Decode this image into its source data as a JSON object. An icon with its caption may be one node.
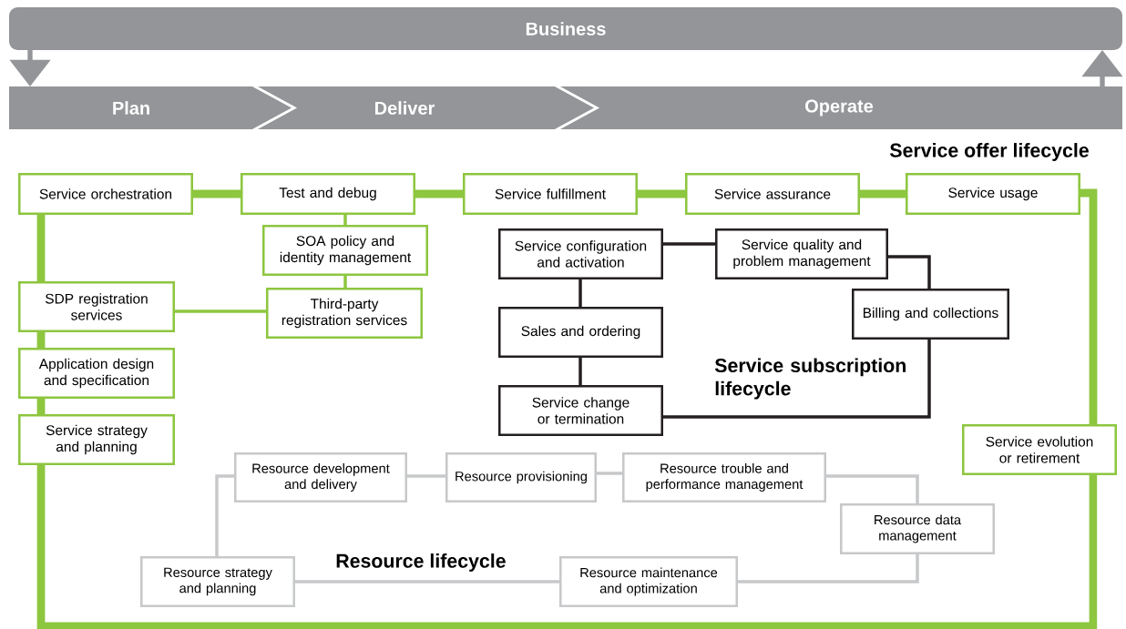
{
  "diagram": {
    "nodes": [
      {
        "text": [
          "Business"
        ]
      },
      {
        "text": [
          "Plan"
        ]
      },
      {
        "text": [
          "Deliver"
        ]
      },
      {
        "text": [
          "Operate"
        ]
      },
      {
        "text": [
          "Service orchestration"
        ]
      },
      {
        "text": [
          "Test and debug"
        ]
      },
      {
        "text": [
          "Service fulfillment"
        ]
      },
      {
        "text": [
          "Service assurance"
        ]
      },
      {
        "text": [
          "Service usage"
        ]
      },
      {
        "text": [
          "SOA policy and identity management"
        ]
      },
      {
        "text": [
          "SDP registration services"
        ]
      },
      {
        "text": [
          "Third-party registration services"
        ]
      },
      {
        "text": [
          "Application design and specification"
        ]
      },
      {
        "text": [
          "Service strategy and planning"
        ]
      },
      {
        "text": [
          "Service evolution or retirement"
        ]
      },
      {
        "text": [
          "Service configuration and activation"
        ]
      },
      {
        "text": [
          "Service quality and problem management"
        ]
      },
      {
        "text": [
          "Sales and ordering"
        ]
      },
      {
        "text": [
          "Billing and collections"
        ]
      },
      {
        "text": [
          "Service change or termination"
        ]
      },
      {
        "text": [
          "Resource development and delivery"
        ]
      },
      {
        "text": [
          "Resource provisioning"
        ]
      },
      {
        "text": [
          "Resource trouble and performance management"
        ]
      },
      {
        "text": [
          "Resource data management"
        ]
      },
      {
        "text": [
          "Resource strategy and planning"
        ]
      },
      {
        "text": [
          "Resource maintenance and optimization"
        ]
      }
    ],
    "edges": [
      {
        "from": 0,
        "to": 1,
        "arrow": "to",
        "color": "#939598"
      },
      {
        "from": 3,
        "to": 0,
        "arrow": "to",
        "color": "#939598"
      },
      {
        "from": 4,
        "to": 5,
        "arrow": "none",
        "style": "thick"
      },
      {
        "from": 5,
        "to": 6,
        "arrow": "none",
        "style": "thick"
      },
      {
        "from": 6,
        "to": 7,
        "arrow": "none",
        "style": "thick"
      },
      {
        "from": 7,
        "to": 8,
        "arrow": "none",
        "style": "thick"
      },
      {
        "from": 5,
        "to": 9,
        "arrow": "none"
      },
      {
        "from": 9,
        "to": 11,
        "arrow": "none"
      },
      {
        "from": 10,
        "to": 11,
        "arrow": "none"
      },
      {
        "from": 4,
        "to": 10,
        "arrow": "none",
        "style": "thick"
      },
      {
        "from": 10,
        "to": 12,
        "arrow": "none",
        "style": "thick"
      },
      {
        "from": 12,
        "to": 13,
        "arrow": "none",
        "style": "thick"
      },
      {
        "from": 8,
        "to": 14,
        "arrow": "none",
        "style": "thick"
      },
      {
        "from": 13,
        "to": 14,
        "arrow": "none",
        "style": "thick"
      },
      {
        "from": 15,
        "to": 16,
        "arrow": "none",
        "color": "#231f20"
      },
      {
        "from": 16,
        "to": 18,
        "arrow": "none",
        "color": "#231f20"
      },
      {
        "from": 15,
        "to": 17,
        "arrow": "none",
        "color": "#231f20"
      },
      {
        "from": 17,
        "to": 19,
        "arrow": "none",
        "color": "#231f20"
      },
      {
        "from": 18,
        "to": 19,
        "arrow": "none",
        "color": "#231f20"
      },
      {
        "from": 20,
        "to": 21,
        "arrow": "none",
        "color": "#c7c8ca"
      },
      {
        "from": 21,
        "to": 22,
        "arrow": "none",
        "color": "#c7c8ca"
      },
      {
        "from": 22,
        "to": 23,
        "arrow": "none",
        "color": "#c7c8ca"
      },
      {
        "from": 23,
        "to": 25,
        "arrow": "none",
        "color": "#c7c8ca"
      },
      {
        "from": 25,
        "to": 24,
        "arrow": "none",
        "color": "#c7c8ca"
      },
      {
        "from": 24,
        "to": 20,
        "arrow": "none",
        "color": "#c7c8ca"
      }
    ],
    "labels": [
      "Service offer lifecycle",
      "Service subscription lifecycle",
      "Resource lifecycle"
    ]
  }
}
